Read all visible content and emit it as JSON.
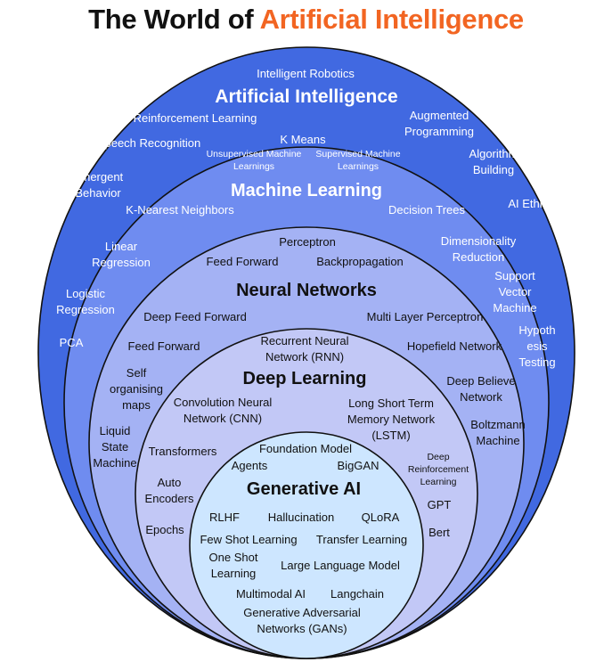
{
  "title": {
    "prefix": "The World of ",
    "accent": "Artificial Intelligence"
  },
  "colors": {
    "accent": "#f26522",
    "ai_ring": "#4169e1",
    "ml_ring": "#6f8cf0",
    "nn_ring": "#a4b2f4",
    "dl_ring": "#c2c8f6",
    "genai_ring": "#cde6ff"
  },
  "artificial_intelligence": {
    "heading": "Artificial Intelligence",
    "items": {
      "intelligent_robotics": "Intelligent Robotics",
      "reinforcement_learning": "Reinforcement Learning",
      "augmented_programming": "Augmented\nProgramming",
      "speech_recognition": "Speech Recognition",
      "algorithm_building": "Algorithm\nBuilding",
      "emergent_behavior": "Emergent\nBehavior",
      "ai_ethics": "AI Ethics",
      "linear_regression": "Linear\nRegression",
      "dimensionality_reduction": "Dimensionality\nReduction",
      "logistic_regression": "Logistic\nRegression",
      "support_vector_machine": "Support\nVector\nMachine",
      "pca": "PCA",
      "hypothesis_testing": "Hypoth\nesis\nTesting"
    }
  },
  "machine_learning": {
    "heading": "Machine Learning",
    "items": {
      "k_means": "K Means",
      "unsupervised": "Unsupervised Machine\nLearnings",
      "supervised": "Supervised Machine\nLearnings",
      "knn": "K-Nearest Neighbors",
      "decision_trees": "Decision Trees"
    }
  },
  "neural_networks": {
    "heading": "Neural Networks",
    "items": {
      "perceptron": "Perceptron",
      "feed_forward_top": "Feed Forward",
      "backpropagation": "Backpropagation",
      "deep_feed_forward": "Deep Feed Forward",
      "multi_layer_perceptron": "Multi Layer Perceptron",
      "feed_forward_left": "Feed Forward",
      "hopfield_network": "Hopefield Network",
      "self_organising_maps": "Self\norganising\nmaps",
      "deep_believe_network": "Deep Believe\nNetwork",
      "liquid_state_machine": "Liquid\nState\nMachine",
      "boltzmann_machine": "Boltzmann\nMachine"
    }
  },
  "deep_learning": {
    "heading": "Deep Learning",
    "items": {
      "rnn": "Recurrent Neural\nNetwork (RNN)",
      "cnn": "Convolution Neural\nNetwork (CNN)",
      "lstm": "Long Short Term\nMemory Network\n(LSTM)",
      "transformers": "Transformers",
      "deep_rl": "Deep\nReinforcement\nLearning",
      "auto_encoders": "Auto\nEncoders",
      "gpt": "GPT",
      "epochs": "Epochs",
      "bert": "Bert"
    }
  },
  "generative_ai": {
    "heading": "Generative AI",
    "items": {
      "foundation_model": "Foundation Model",
      "agents": "Agents",
      "biggan": "BigGAN",
      "rlhf": "RLHF",
      "hallucination": "Hallucination",
      "qlora": "QLoRA",
      "few_shot": "Few Shot Learning",
      "transfer_learning": "Transfer Learning",
      "one_shot": "One Shot\nLearning",
      "llm": "Large Language Model",
      "multimodal": "Multimodal AI",
      "langchain": "Langchain",
      "gans": "Generative Adversarial\nNetworks (GANs)"
    }
  }
}
